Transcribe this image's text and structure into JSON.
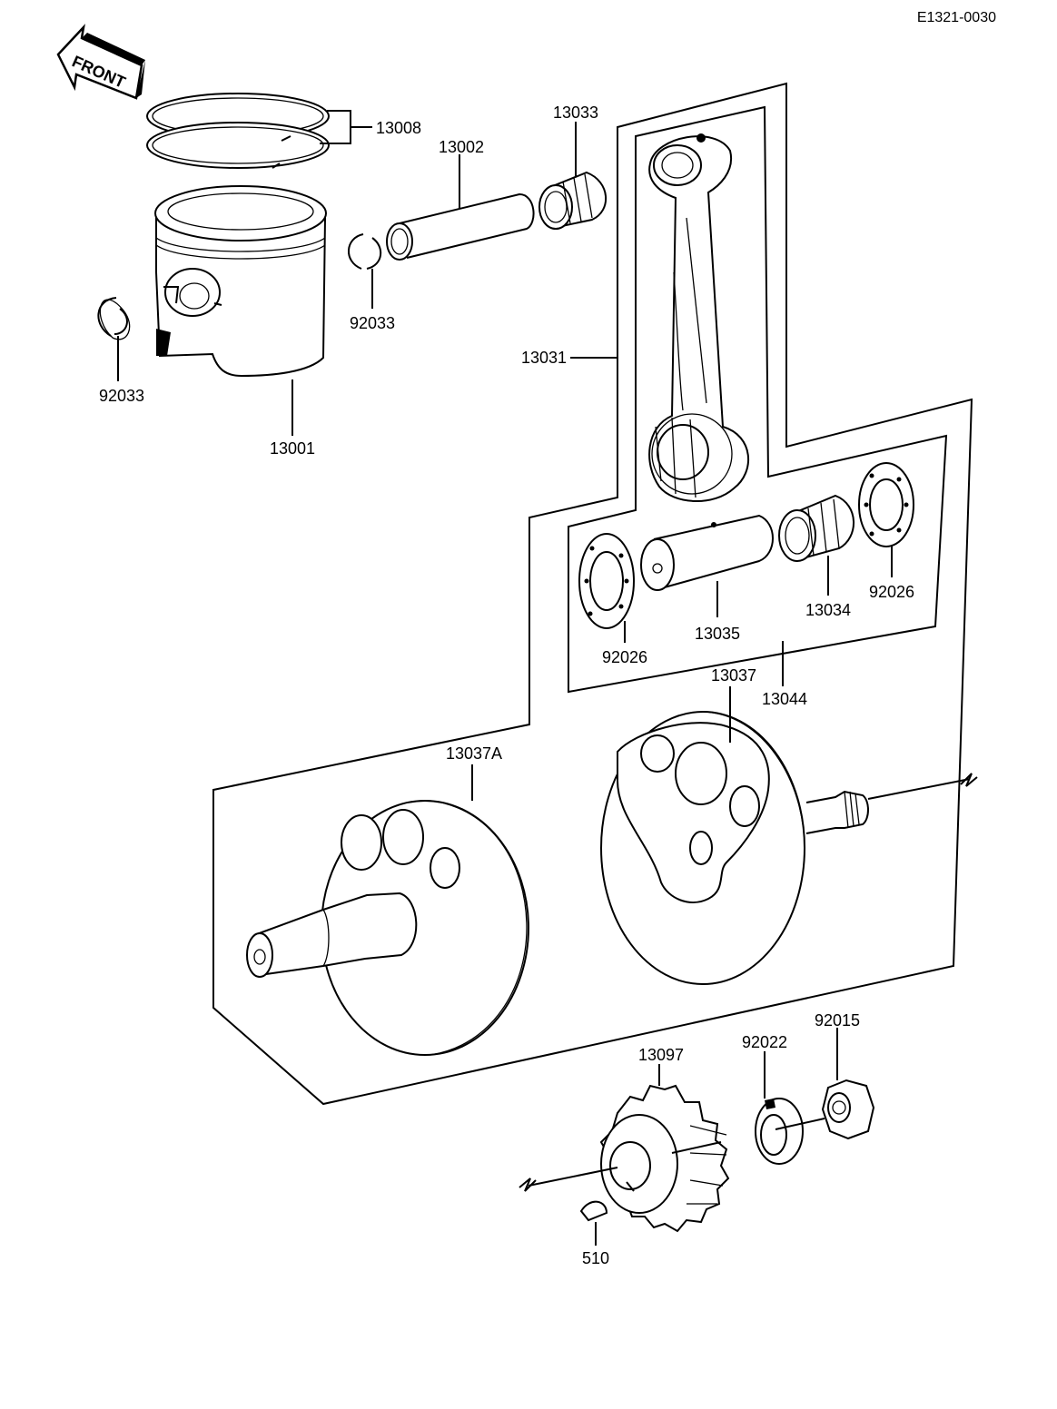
{
  "document_code": "E1321-0030",
  "front_label": "FRONT",
  "parts": {
    "piston_rings": "13008",
    "piston_pin": "13002",
    "small_end_bearing": "13033",
    "snap_ring_right": "92033",
    "snap_ring_left": "92033",
    "piston": "13001",
    "connecting_rod": "13031",
    "big_end_bearing": "13034",
    "washer_right": "92026",
    "crank_pin": "13035",
    "washer_left": "92026",
    "connecting_rod_assy": "13044",
    "crankshaft_right": "13037",
    "crankshaft_left": "13037A",
    "primary_gear": "13097",
    "lock_washer": "92022",
    "nut": "92015",
    "woodruff_key": "510"
  }
}
